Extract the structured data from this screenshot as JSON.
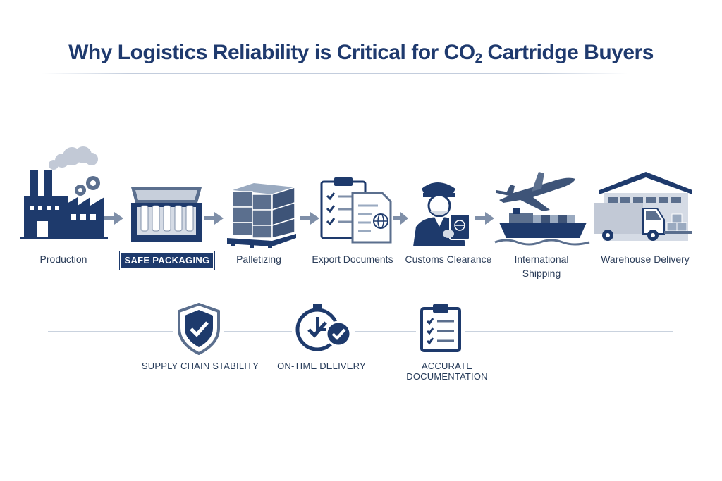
{
  "title": {
    "bold": "Why Logistics Reliability",
    "rest": " is Critical for CO",
    "subscript": "2",
    "end": " Cartridge Buyers"
  },
  "steps": [
    {
      "label": "Production",
      "icon": "factory-icon"
    },
    {
      "label": "SAFE PACKAGING",
      "icon": "packaging-box-icon"
    },
    {
      "label": "Palletizing",
      "icon": "pallet-icon"
    },
    {
      "label": "Export Documents",
      "icon": "documents-icon"
    },
    {
      "label": "Customs Clearance",
      "icon": "customs-officer-icon"
    },
    {
      "label_line1": "International",
      "label_line2": "Shipping",
      "icon": "plane-ship-icon"
    },
    {
      "label": "Warehouse Delivery",
      "icon": "warehouse-truck-icon"
    }
  ],
  "features": [
    {
      "label": "SUPPLY CHAIN STABILITY",
      "icon": "shield-check-icon"
    },
    {
      "label": "ON-TIME DELIVERY",
      "icon": "clock-check-icon"
    },
    {
      "label": "ACCURATE DOCUMENTATION",
      "icon": "clipboard-checklist-icon"
    }
  ],
  "colors": {
    "navy": "#1e3a6c",
    "slate": "#5b6f8e",
    "light": "#9aaac0"
  }
}
